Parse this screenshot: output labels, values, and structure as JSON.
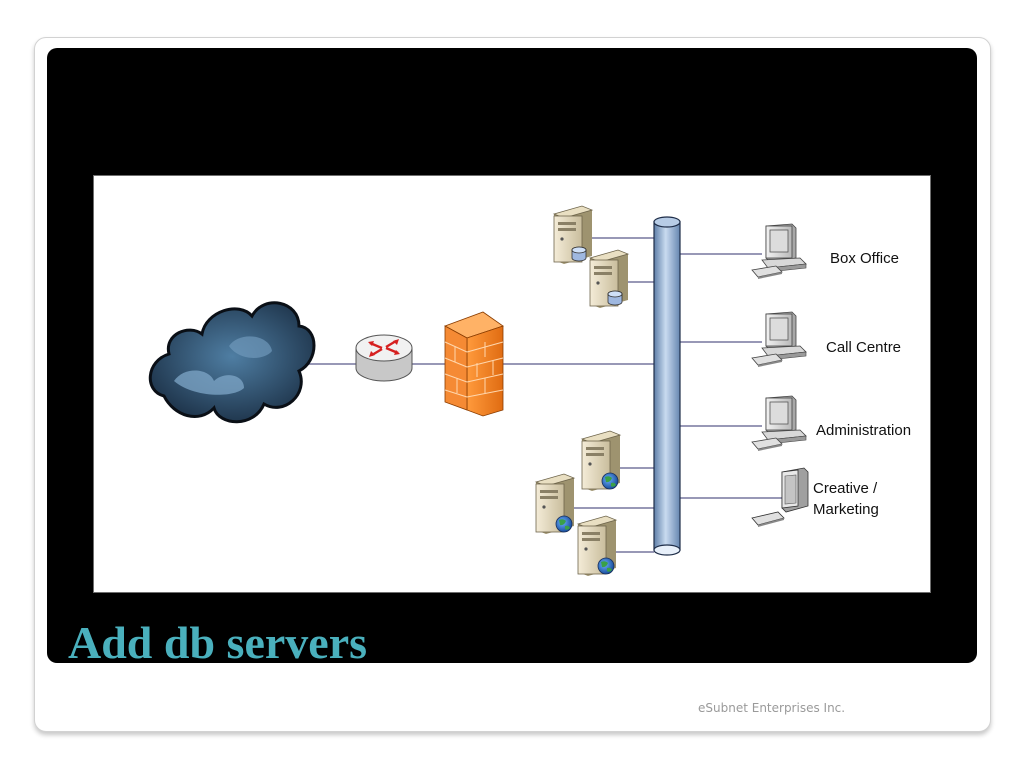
{
  "slide": {
    "title": "Add db servers",
    "footer": "eSubnet Enterprises Inc."
  },
  "diagram": {
    "workstations": [
      {
        "label": "Box Office"
      },
      {
        "label": "Call Centre"
      },
      {
        "label": "Administration"
      },
      {
        "label_line1": "Creative /",
        "label_line2": "Marketing"
      }
    ],
    "icons": [
      "cloud-icon",
      "router-icon",
      "firewall-icon",
      "db-server-icon",
      "web-server-icon",
      "backbone-pipe-icon",
      "workstation-icon",
      "crt-monitor-icon"
    ],
    "colors": {
      "title": "#4ab0bd",
      "firewall": "#f07d22",
      "backbone": "#9ab8dc",
      "cloud": "#2a4a66",
      "link": "#5a5a8a"
    }
  }
}
